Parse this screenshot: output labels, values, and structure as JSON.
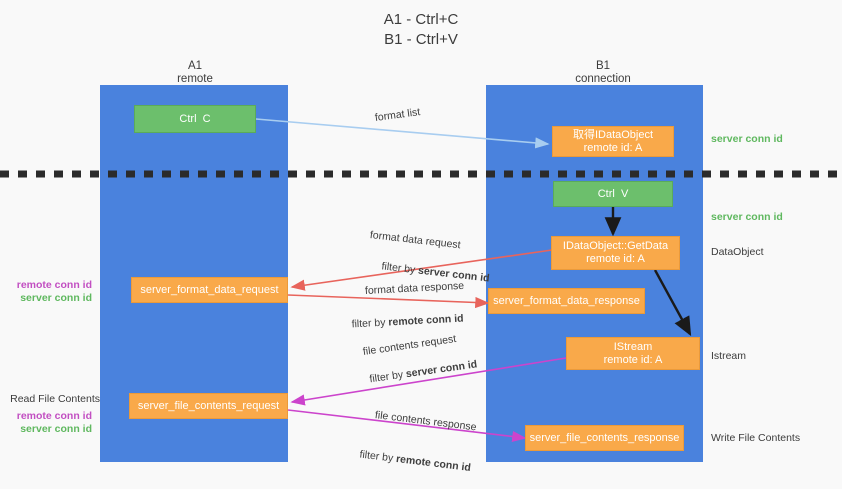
{
  "title": "A1 - Ctrl+C\nB1 - Ctrl+V",
  "columns": [
    {
      "id": "a1",
      "header": "A1\nremote"
    },
    {
      "id": "b1",
      "header": "B1\nconnection"
    }
  ],
  "boxes": [
    {
      "id": "ctrl-c",
      "label": "Ctrl  C",
      "color": "green"
    },
    {
      "id": "idataobject",
      "label": "取得IDataObject\nremote id: A",
      "color": "orange"
    },
    {
      "id": "ctrl-v",
      "label": "Ctrl  V",
      "color": "green"
    },
    {
      "id": "idataobject-getdata",
      "label": "IDataObject::GetData\nremote id: A",
      "color": "orange"
    },
    {
      "id": "server-format-data-request",
      "label": "server_format_data_request",
      "color": "orange"
    },
    {
      "id": "server-format-data-response",
      "label": "server_format_data_response",
      "color": "orange"
    },
    {
      "id": "istream",
      "label": "IStream\nremote id: A",
      "color": "orange"
    },
    {
      "id": "server-file-contents-request",
      "label": "server_file_contents_request",
      "color": "orange"
    },
    {
      "id": "server-file-contents-response",
      "label": "server_file_contents_response",
      "color": "orange"
    }
  ],
  "flow_labels": {
    "format_list": "format list",
    "format_data_request": "format data request",
    "format_data_request_filter_prefix": "filter by ",
    "format_data_request_filter_key": "server conn id",
    "format_data_response": "format data response",
    "format_data_response_filter_prefix": "filter by ",
    "format_data_response_filter_key": "remote conn id",
    "file_contents_request": "file contents request",
    "file_contents_request_filter_prefix": "filter by ",
    "file_contents_request_filter_key": "server conn id",
    "file_contents_response": "file contents response",
    "file_contents_response_filter_prefix": "filter by ",
    "file_contents_response_filter_key": "remote conn id"
  },
  "right_annotations": [
    {
      "id": "server-conn-id-1",
      "text": "server conn id",
      "style": "green"
    },
    {
      "id": "server-conn-id-2",
      "text": "server conn id",
      "style": "green"
    },
    {
      "id": "dataobject",
      "text": "DataObject",
      "style": "black"
    },
    {
      "id": "istream-label",
      "text": "Istream",
      "style": "black"
    },
    {
      "id": "write-file",
      "text": "Write File Contents",
      "style": "black"
    }
  ],
  "left_annotations": [
    {
      "id": "left-remote-1",
      "text": "remote conn id",
      "style": "purple"
    },
    {
      "id": "left-server-1",
      "text": "server conn id",
      "style": "green"
    },
    {
      "id": "read-file",
      "text": "Read File Contents",
      "style": "black"
    },
    {
      "id": "left-remote-2",
      "text": "remote conn id",
      "style": "purple"
    },
    {
      "id": "left-server-2",
      "text": "server conn id",
      "style": "green"
    }
  ],
  "colors": {
    "lane": "#4a82dd",
    "green_box": "#6cbf6c",
    "orange_box": "#f9a94a",
    "arrow_lightblue": "#a8cdf0",
    "arrow_red": "#e8645c",
    "arrow_magenta": "#cc44cc",
    "arrow_black": "#1a1a1a",
    "accent_green_text": "#5fb85f",
    "accent_purple_text": "#c24fc2",
    "background": "#f9f9f9"
  }
}
